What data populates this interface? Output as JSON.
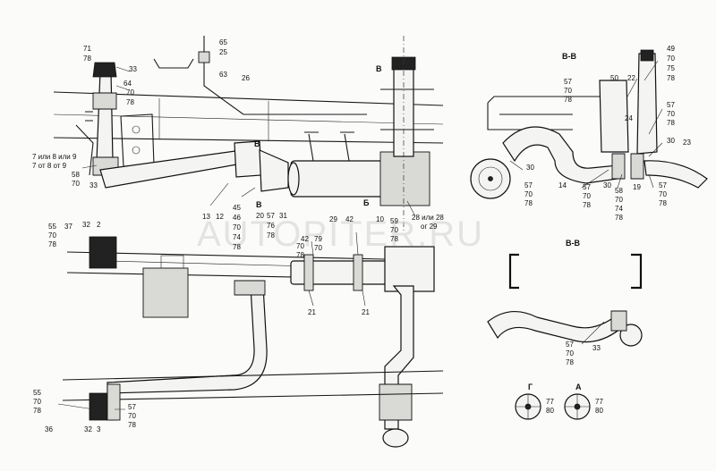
{
  "watermark": "AUTOPITER.RU",
  "section_labels": {
    "vv_top": "В-В",
    "vv_mid": "В-В",
    "g": "Г",
    "a": "А"
  },
  "callouts": {
    "c71": "71",
    "c78a": "78",
    "c33a": "33",
    "c64": "64",
    "c70a": "70",
    "c78b": "78",
    "c65": "65",
    "c25": "25",
    "c63": "63",
    "c26": "26",
    "c7a": "7 или 8 или 9",
    "c7b": "7 от 8 от 9",
    "c58": "58",
    "c70b": "70",
    "c33b": "33",
    "c13": "13",
    "c12": "12",
    "c45": "45",
    "c46": "46",
    "c70c": "70",
    "c74": "74",
    "c78c": "78",
    "c20": "20",
    "c57a": "57",
    "c31": "31",
    "c76": "76",
    "c78d": "78",
    "c59": "59",
    "c70d": "70",
    "c78e": "78",
    "c2829": "28 или 28",
    "c2829b": "ог 29",
    "c49": "49",
    "c70e": "70",
    "c75": "75",
    "c78f": "78",
    "c50": "50",
    "c22": "22",
    "c57b": "57",
    "c70f": "70",
    "c78g": "78",
    "c24": "24",
    "c57c": "57",
    "c70g": "70",
    "c78h": "78",
    "c30a": "30",
    "c23": "23",
    "c30b": "30",
    "c57d": "57",
    "c70h": "70",
    "c78i": "78",
    "c14": "14",
    "c57e": "57",
    "c70i": "70",
    "c78j": "78",
    "c30c": "30",
    "c58b": "58",
    "c70j": "70",
    "c74b": "74",
    "c78k": "78",
    "c19": "19",
    "c57f": "57",
    "c70k": "70",
    "c78l": "78",
    "c55a": "55",
    "c70l": "70",
    "c78m": "78",
    "c37": "37",
    "c32a": "32",
    "c2": "2",
    "c42a": "42",
    "c70m": "70",
    "c78n": "78",
    "c29": "29",
    "c42b": "42",
    "c10": "10",
    "c79": "79",
    "c70n": "70",
    "c21a": "21",
    "c21b": "21",
    "c57g": "57",
    "c70o": "70",
    "c78o": "78",
    "c33c": "33",
    "c55b": "55",
    "c70p": "70",
    "c78p": "78",
    "c36": "36",
    "c32b": "32",
    "c3": "3",
    "c57h": "57",
    "c70q": "70",
    "c78q": "78",
    "c77a": "77",
    "c80a": "80",
    "c77b": "77",
    "c80b": "80",
    "cB1": "В",
    "cB2": "В",
    "cB3": "В",
    "cB4": "Б"
  }
}
